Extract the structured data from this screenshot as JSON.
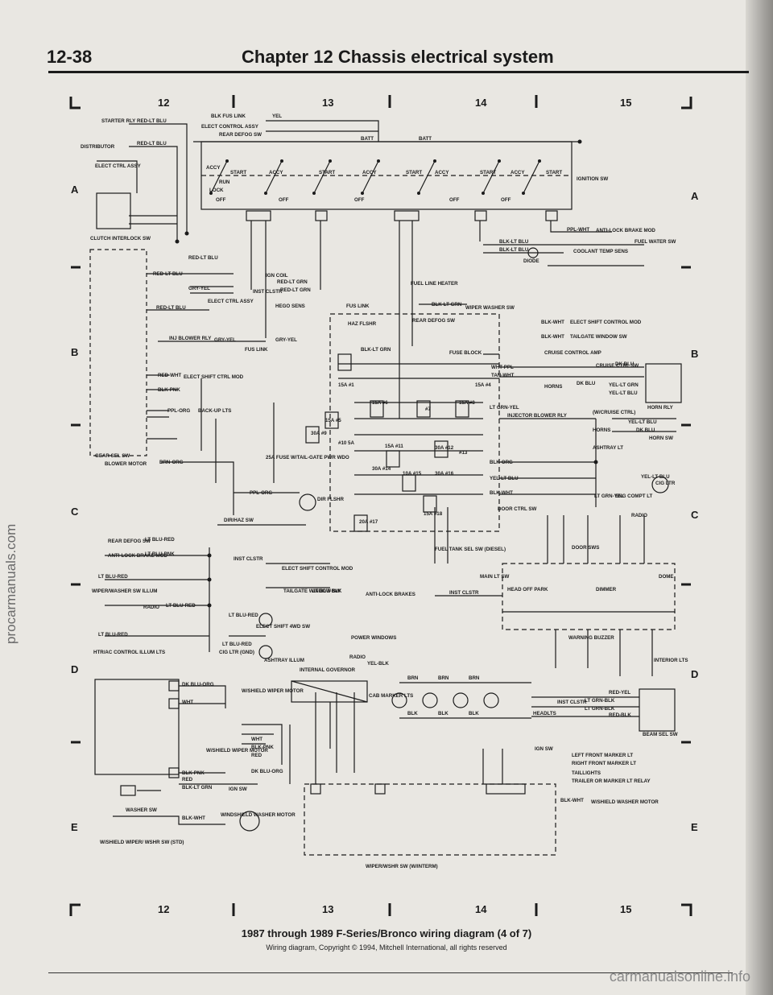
{
  "header": {
    "page_number": "12-38",
    "chapter_title": "Chapter 12  Chassis electrical system"
  },
  "grid": {
    "columns": [
      "12",
      "13",
      "14",
      "15"
    ],
    "rows": [
      "A",
      "B",
      "C",
      "D",
      "E"
    ]
  },
  "labels": {
    "starter_rly": "STARTER RLY",
    "distributor": "DISTRIBUTOR",
    "elect_ctrl_assy": "ELECT CTRL ASSY",
    "clutch_interlock_sw": "CLUTCH INTERLOCK SW",
    "ignition_sw": "IGNITION SW",
    "blk_fus_link": "BLK FUS LINK",
    "elect_control_assy": "ELECT CONTROL ASSY",
    "rear_defog_sw": "REAR DEFOG SW",
    "anti_lock_brake_mod": "ANTI-LOCK BRAKE MOD",
    "fuel_water_sw": "FUEL WATER SW",
    "coolant_temp_sens": "COOLANT TEMP SENS",
    "diode": "DIODE",
    "ign_coil": "IGN COIL",
    "inst_clstr": "INST CLSTR",
    "fuel_line_heater": "FUEL LINE HEATER",
    "wiper_washer_sw": "WIPER WASHER SW",
    "hego_sens": "HEGO SENS",
    "fus_link": "FUS LINK",
    "haz_flshr": "HAZ FLSHR",
    "rear_defog_sw2": "REAR DEFOG SW",
    "fuse_block": "FUSE BLOCK",
    "elect_shift_control_mod": "ELECT SHIFT CONTROL MOD",
    "tailgate_window_sw": "TAILGATE WINDOW SW",
    "cruise_control_amp": "CRUISE CONTROL AMP",
    "cruise_ctrl_sw": "CRUISE CTRL SW",
    "horns": "HORNS",
    "horn_rly": "HORN RLY",
    "injector_blower_rly": "INJECTOR BLOWER RLY",
    "w_cruise_ctrl": "(W/CRUISE CTRL)",
    "horn_sw": "HORN SW",
    "ashtray_lt": "ASHTRAY LT",
    "cig_ltr": "CIG LTR",
    "eng_compt_lt": "ENG COMPT LT",
    "radio": "RADIO",
    "door_ctrl_sw": "DOOR CTRL SW",
    "door_sws": "DOOR SWS",
    "dome": "DOME",
    "main_lt_sw": "MAIN LT SW",
    "head_off_park": "HEAD OFF PARK",
    "dimmer": "DIMMER",
    "warning_buzzer": "WARNING BUZZER",
    "interior_lts": "INTERIOR LTS",
    "gear_sel_sw": "GEAR SEL SW",
    "blower_motor": "BLOWER MOTOR",
    "inj_blower_rly": "INJ BLOWER RLY",
    "elect_shift_ctrl_mod": "ELECT SHIFT CTRL MOD",
    "back_up_lts": "BACK-UP LTS",
    "fuse_25a": "25A FUSE W/TAIL-GATE PWR WDO",
    "dir_flshr": "DIR FLSHR",
    "dir_haz_sw": "DIR/HAZ SW",
    "rear_defog_sw3": "REAR DEFOG SW",
    "anti_lock_brake_mod2": "ANTI-LOCK BRAKE MOD",
    "wiper_washer_sw_illum": "WIPER/WASHER SW ILLUM",
    "radio2": "RADIO",
    "htr_ac_control_illum": "HTR/AC CONTROL ILLUM LTS",
    "elect_shift_4wd_sw": "ELECT SHIFT 4WD SW",
    "cig_ltr_gnd": "CIG LTR (GND)",
    "ashtray_illum": "ASHTRAY ILLUM",
    "elect_shift_control_mod2": "ELECT SHIFT CONTROL MOD",
    "tailgate_window_sw2": "TAILGATE WINDOW SW",
    "anti_lock_brakes": "ANTI-LOCK BRAKES",
    "power_windows": "POWER WINDOWS",
    "radio_yel_blk": "RADIO",
    "internal_governor": "INTERNAL GOVERNOR",
    "fuel_tank_sel_sw": "FUEL TANK SEL SW (DIESEL)",
    "inst_clstr2": "INST CLSTR",
    "cab_marker_lts": "CAB MARKER LTS",
    "inst_clstr3": "INST CLSTR",
    "headlts": "HEADLTS",
    "beam_sel_sw": "BEAM SEL SW",
    "w_shield_wiper_motor": "W/SHIELD WIPER MOTOR",
    "w_shield_wiper_motor2": "W/SHIELD WIPER MOTOR",
    "ign_sw": "IGN SW",
    "left_front_marker": "LEFT FRONT MARKER LT",
    "right_front_marker": "RIGHT FRONT MARKER LT",
    "taillights": "TAILLIGHTS",
    "trailer_marker_rly": "TRAILER OR MARKER LT RELAY",
    "washer_sw": "WASHER SW",
    "windshield_washer_motor": "WINDSHIELD WASHER MOTOR",
    "w_shield_wiper_wshr_sw_std": "W/SHIELD WIPER/ WSHR SW (STD)",
    "w_shield_washer_motor": "W/SHIELD WASHER MOTOR",
    "wiper_wshr_sw_interm": "WIPER/WSHR SW (W/INTERM)",
    "ign_sw2": "IGN SW"
  },
  "wire_colors": {
    "red_lt_blu": "RED-LT BLU",
    "yel": "YEL",
    "red_lt_grn": "RED-LT GRN",
    "gry_yel": "GRY-YEL",
    "blk_lt_grn": "BLK-LT GRN",
    "blk_wht": "BLK-WHT",
    "ppl_wht": "PPL-WHT",
    "blk_lt_blu": "BLK-LT BLU",
    "wht_ppl": "WHT-PPL",
    "tan_wht": "TAN-WHT",
    "dk_blu": "DK BLU",
    "yel_lt_grn": "YEL-LT GRN",
    "yel_lt_blu": "YEL-LT BLU",
    "lt_grn_yel": "LT GRN-YEL",
    "blk_org": "BLK-ORG",
    "brn_org": "BRN-ORG",
    "ppl_org": "PPL-ORG",
    "blk_pnk": "BLK-PNK",
    "red_wht": "RED-WHT",
    "lt_blu_red": "LT BLU-RED",
    "lt_blu_pnk": "LT BLU-PNK",
    "lt_blu_blk": "LT BLU-BLK",
    "yel_blk": "YEL-BLK",
    "red_yel": "RED-YEL",
    "lt_grn_blk": "LT GRN-BLK",
    "red_blk": "RED-BLK",
    "dk_blu_org": "DK BLU-ORG",
    "wht": "WHT",
    "red": "RED",
    "brn": "BRN",
    "blk": "BLK"
  },
  "fuses": [
    "15A #1",
    "15A #5",
    "15A #6",
    "#7",
    "15A #8",
    "30A #9",
    "#10 5A",
    "15A #11",
    "30A #12",
    "#13",
    "30A #14",
    "10A #15",
    "30A #16",
    "20A #17",
    "15A #18",
    "15A #4"
  ],
  "switch_positions": [
    "ACCY",
    "START",
    "RUN",
    "LOCK",
    "OFF",
    "BATT"
  ],
  "caption": {
    "title": "1987 through 1989 F-Series/Bronco wiring diagram (4 of 7)",
    "subtitle": "Wiring diagram, Copyright © 1994, Mitchell International, all rights reserved"
  },
  "watermarks": {
    "side": "procarmanuals.com",
    "bottom": "carmanualsonline.info"
  }
}
